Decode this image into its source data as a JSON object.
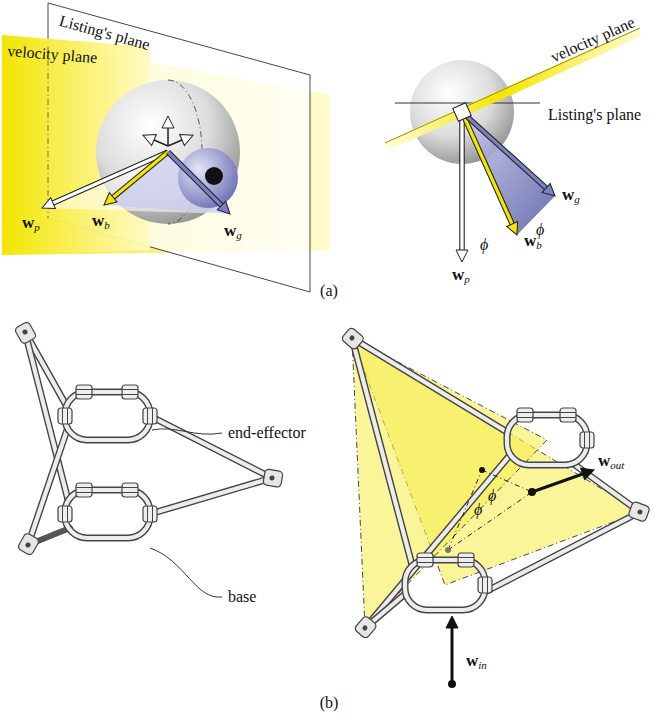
{
  "diagram": {
    "labels": [
      "Listing's plane",
      "velocity plane",
      "wp",
      "wb",
      "wg",
      "velocity plane",
      "Listing's plane",
      "wp",
      "wb",
      "wg",
      "ϕ",
      "ϕ",
      "(a)",
      "end-effector",
      "base",
      "wout",
      "win",
      "ϕ",
      "ϕ",
      "(b)"
    ]
  }
}
